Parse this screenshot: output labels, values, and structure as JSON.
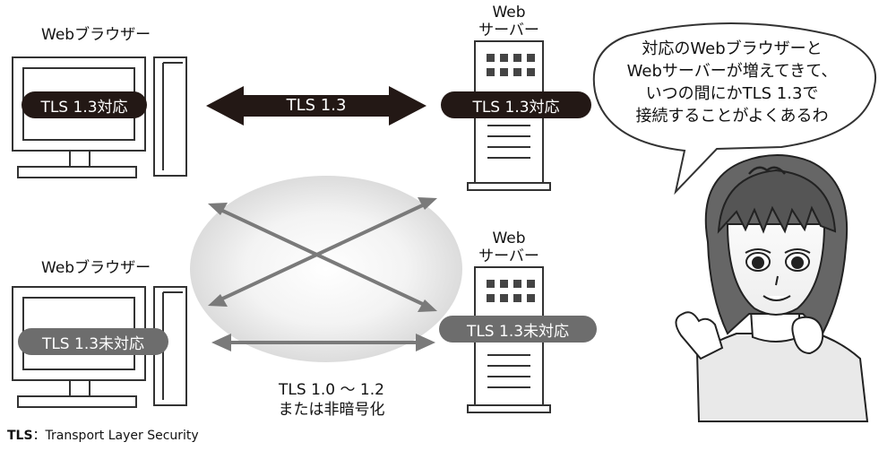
{
  "labels": {
    "browser_top": "Webブラウザー",
    "browser_bottom": "Webブラウザー",
    "server_top": [
      "Web",
      "サーバー"
    ],
    "server_bottom": [
      "Web",
      "サーバー"
    ]
  },
  "pills": {
    "browser_top": "TLS 1.3対応",
    "server_top": "TLS 1.3対応",
    "browser_bottom": "TLS 1.3未対応",
    "server_bottom": "TLS 1.3未対応"
  },
  "arrows": {
    "tls13": "TLS 1.3",
    "legacy": [
      "TLS 1.0 〜 1.2",
      "または非暗号化"
    ]
  },
  "speech_bubble": {
    "lines": [
      "対応のWebブラウザーと",
      "Webサーバーが増えてきて、",
      "いつの間にかTLS 1.3で",
      "接続することがよくあるわ"
    ]
  },
  "footnote": {
    "abbr": "TLS",
    "text": "：Transport Layer Security"
  },
  "colors": {
    "dark_pill": "#231815",
    "gray_pill": "#6d6d6d",
    "arrow_gray": "#7a7a7a",
    "ellipse": "#e6e6e6"
  }
}
